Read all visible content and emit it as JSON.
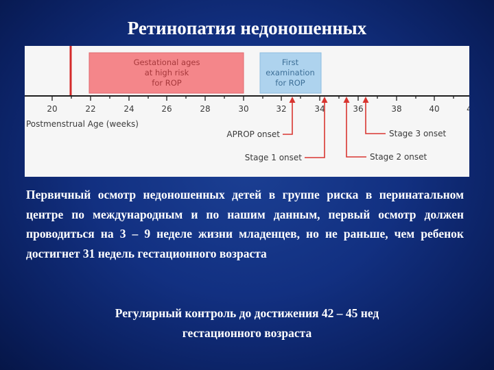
{
  "slide": {
    "title": "Ретинопатия недоношенных",
    "paragraph": "Первичный осмотр недоношенных детей в группе риска в перинатальном центре по международным и по нашим данным, первый осмотр должен проводиться на 3 – 9 неделе жизни младенцев, но не раньше, чем ребенок достигнет 31 недель гестационного возраста",
    "footer_line1": "Регулярный контроль до достижения 42 – 45 нед",
    "footer_line2": "гестационного возраста"
  },
  "diagram": {
    "high_risk_box": {
      "line1": "Gestational ages",
      "line2": "at high risk",
      "line3": "for ROP",
      "color": "#f4868a"
    },
    "exam_box": {
      "line1": "First",
      "line2": "examination",
      "line3": "for ROP",
      "color": "#aed3ee"
    },
    "axis_label": "Postmenstrual Age (weeks)",
    "ticks": [
      "20",
      "22",
      "24",
      "26",
      "28",
      "30",
      "32",
      "34",
      "36",
      "38",
      "40",
      "4"
    ],
    "events": {
      "aprop": "APROP onset",
      "stage1": "Stage 1 onset",
      "stage2": "Stage 2 onset",
      "stage3": "Stage 3 onset"
    },
    "arrow_color": "#d83530",
    "marker_color": "#d42a2a"
  }
}
